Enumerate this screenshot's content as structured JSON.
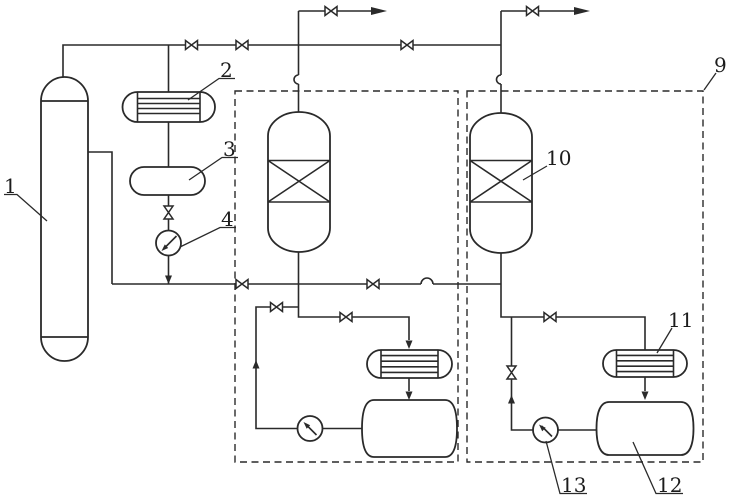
{
  "figure": {
    "background": "#ffffff",
    "line_color": "#2a2a2a",
    "callouts": {
      "c1": "1",
      "c2": "2",
      "c3": "3",
      "c4": "4",
      "c9": "9",
      "c10": "10",
      "c11": "11",
      "c12": "12",
      "c13": "13"
    }
  }
}
